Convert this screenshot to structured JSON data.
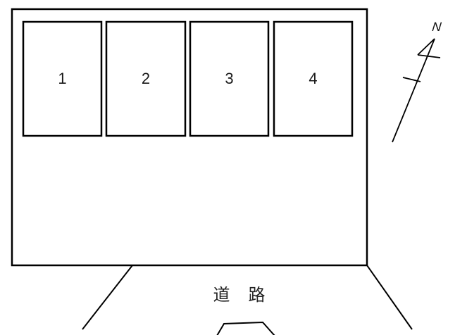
{
  "diagram": {
    "type": "site-plan",
    "background_color": "#ffffff",
    "line_color": "#000000",
    "parking_spaces": [
      {
        "label": "1"
      },
      {
        "label": "2"
      },
      {
        "label": "3"
      },
      {
        "label": "4"
      }
    ],
    "road_label": "道　路",
    "north_indicator": {
      "label": "N"
    }
  }
}
